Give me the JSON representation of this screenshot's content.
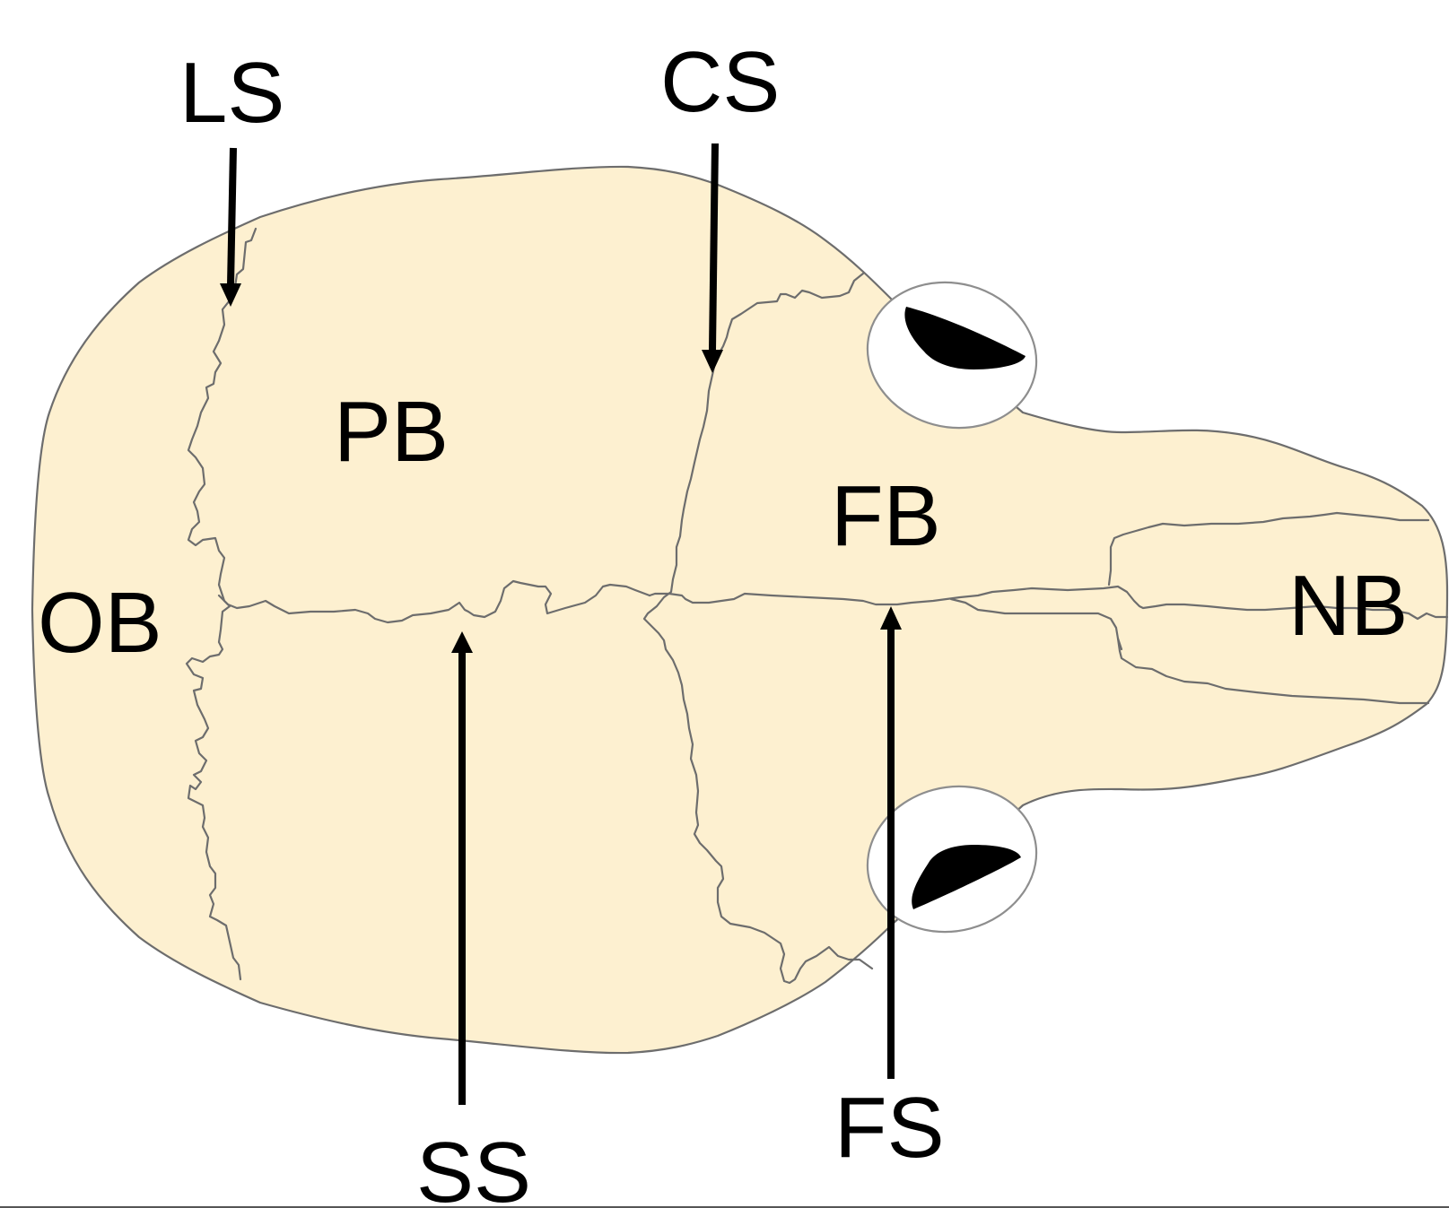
{
  "colors": {
    "bone": "#fdf0d0",
    "outline": "#6d6d6d",
    "arrow": "#000000",
    "orbit_outline": "#8e8e8e",
    "pupil": "#000000"
  },
  "labels": {
    "ob": "OB",
    "pb": "PB",
    "fb": "FB",
    "nb": "NB",
    "ls": "LS",
    "cs": "CS",
    "ss": "SS",
    "fs": "FS"
  }
}
